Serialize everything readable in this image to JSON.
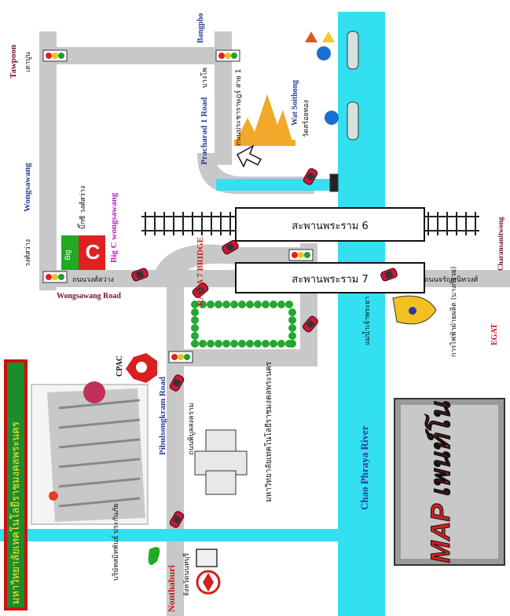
{
  "labels": {
    "tawpoon": "Tawpoon",
    "tawpoon_th": "เตาปูน",
    "bangpho": "Bangpho",
    "bangpho_th": "บางโพ",
    "pracharad_road": "Pracharad 1 Road",
    "pracharad_th": "ถนนประชาราษฎร์ สาย 1",
    "wat_soithong": "Wat Soithong",
    "wat_soithong_th": "วัดสร้อยทอง",
    "wongsawang": "Wongsawang",
    "wongsawang_th": "วงศ์สว่าง",
    "wongsawang_road": "Wongsawang Road",
    "wongsawang_road_th": "ถนนวงศ์สว่าง",
    "bigc": "Big C wongsawang",
    "bigc_th": "บิ๊กซี วงศ์สว่าง",
    "bigc_logo": "Big",
    "bigc_logo_c": "C",
    "bridge6_th": "สะพานพระราม 6",
    "bridge7_th": "สะพานพระราม 7",
    "rama7_bridge": "RAMA 7 BRIDGE",
    "charansanitwong": "Charansanitwong",
    "charansanitwong_th": "ถนนจรัญสนิทวงศ์",
    "egat": "EGAT",
    "egat_th": "การไฟฟ้าฝ่ายผลิต (บางกรวย)",
    "river_th": "แม่น้ำเจ้าพระยา",
    "river": "Chao Phraya River",
    "cpac": "CPAC",
    "pibulsongkram_road": "Pibulsongkram Road",
    "pibulsongkram_th": "ถนนพิบูลสงคราม",
    "university_th": "มหาวิทยาลัยเทคโนโลยีราชมงคลพระนคร",
    "nonthaburi": "Nonthaburi",
    "nonthaburi_th": "จังหวัดนนทบุรี",
    "insurance_th": "บริษัทสมิทพันธ์ ประกันภัย",
    "banner_th": "มหาวิทยาลัยเทคโนโลยีราชมงคลพระนคร",
    "map_title": "MAP เพนท์โน"
  },
  "colors": {
    "road": "#c8c8c8",
    "river": "#33e0f0",
    "rail": "#222222",
    "bigc_red": "#e02020",
    "bigc_green": "#22aa22",
    "label_blue": "#2c3c9a",
    "label_maroon": "#7a1020",
    "label_red": "#cc1010",
    "pagoda": "#f2a82a",
    "car": "#c8183a",
    "boat": "#c8d8d8",
    "tree": "#22a830"
  },
  "icons": [
    "traffic-light-icon",
    "car-icon",
    "boat-icon",
    "pagoda-icon",
    "ship-icon",
    "train-track",
    "arrow-icon",
    "cpac-logo",
    "egat-logo",
    "caltex-logo",
    "triangle-warning-icon"
  ]
}
